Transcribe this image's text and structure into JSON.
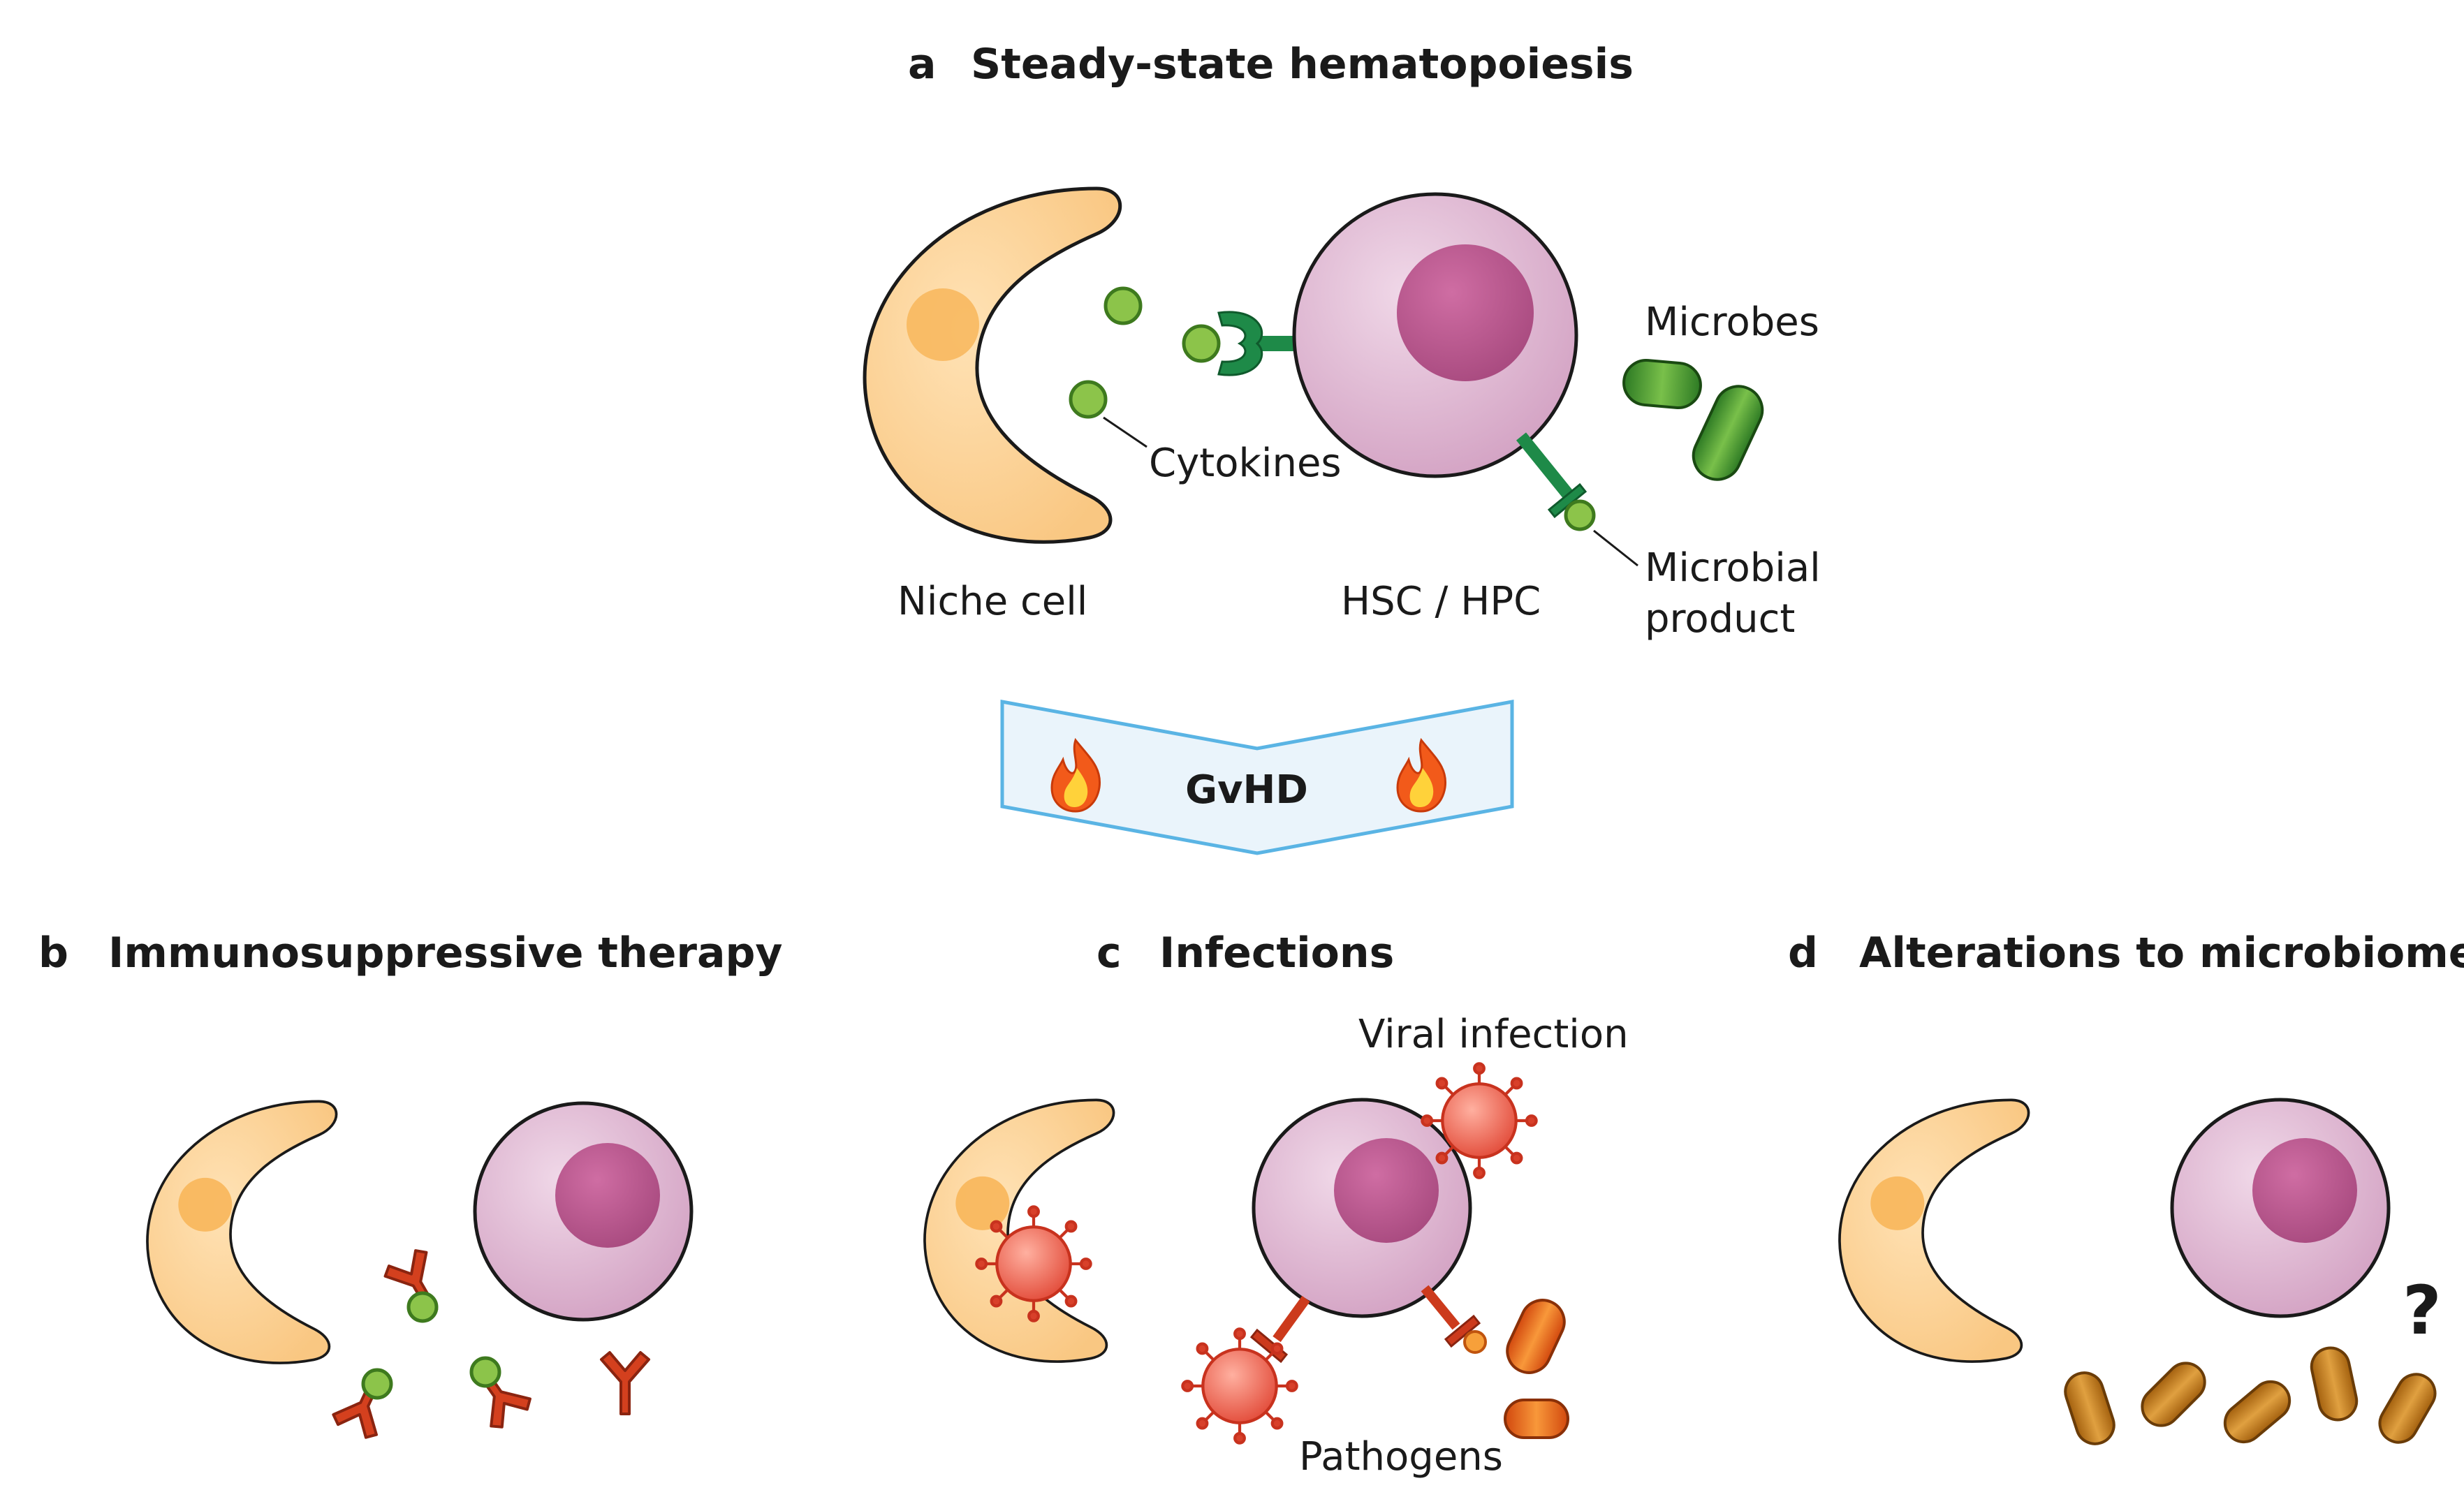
{
  "panels": {
    "a": {
      "letter": "a",
      "title": "Steady-state hematopoiesis"
    },
    "b": {
      "letter": "b",
      "title": "Immunosuppressive therapy"
    },
    "c": {
      "letter": "c",
      "title": "Infections"
    },
    "d": {
      "letter": "d",
      "title": "Alterations to microbiome"
    }
  },
  "labels": {
    "cytokines": "Cytokines",
    "niche_cell": "Niche cell",
    "hsc_hpc": "HSC / HPC",
    "microbes": "Microbes",
    "microbial_product_line1": "Microbial",
    "microbial_product_line2": "product",
    "viral_infection": "Viral infection",
    "pathogens": "Pathogens",
    "question": "?"
  },
  "banner": {
    "label": "GvHD"
  },
  "colors": {
    "niche_fill": "#fcd49a",
    "niche_nucleus": "#f8b65a",
    "hsc_fill": "#dcb0cf",
    "hsc_nucleus": "#b9578f",
    "cytokine": "#8cc44a",
    "receptor": "#1e8a48",
    "microbe": "#4a9a32",
    "antibody": "#cc3a1c",
    "virus": "#ea5a4a",
    "pathogen": "#e8661a",
    "microbiome": "#c87d1e",
    "banner_fill": "#eaf4fb",
    "banner_stroke": "#5ab4e4"
  },
  "icons": [
    "flame-icon",
    "flame-icon",
    "virus-icon",
    "antibody-icon",
    "receptor-icon",
    "bacterium-icon"
  ]
}
